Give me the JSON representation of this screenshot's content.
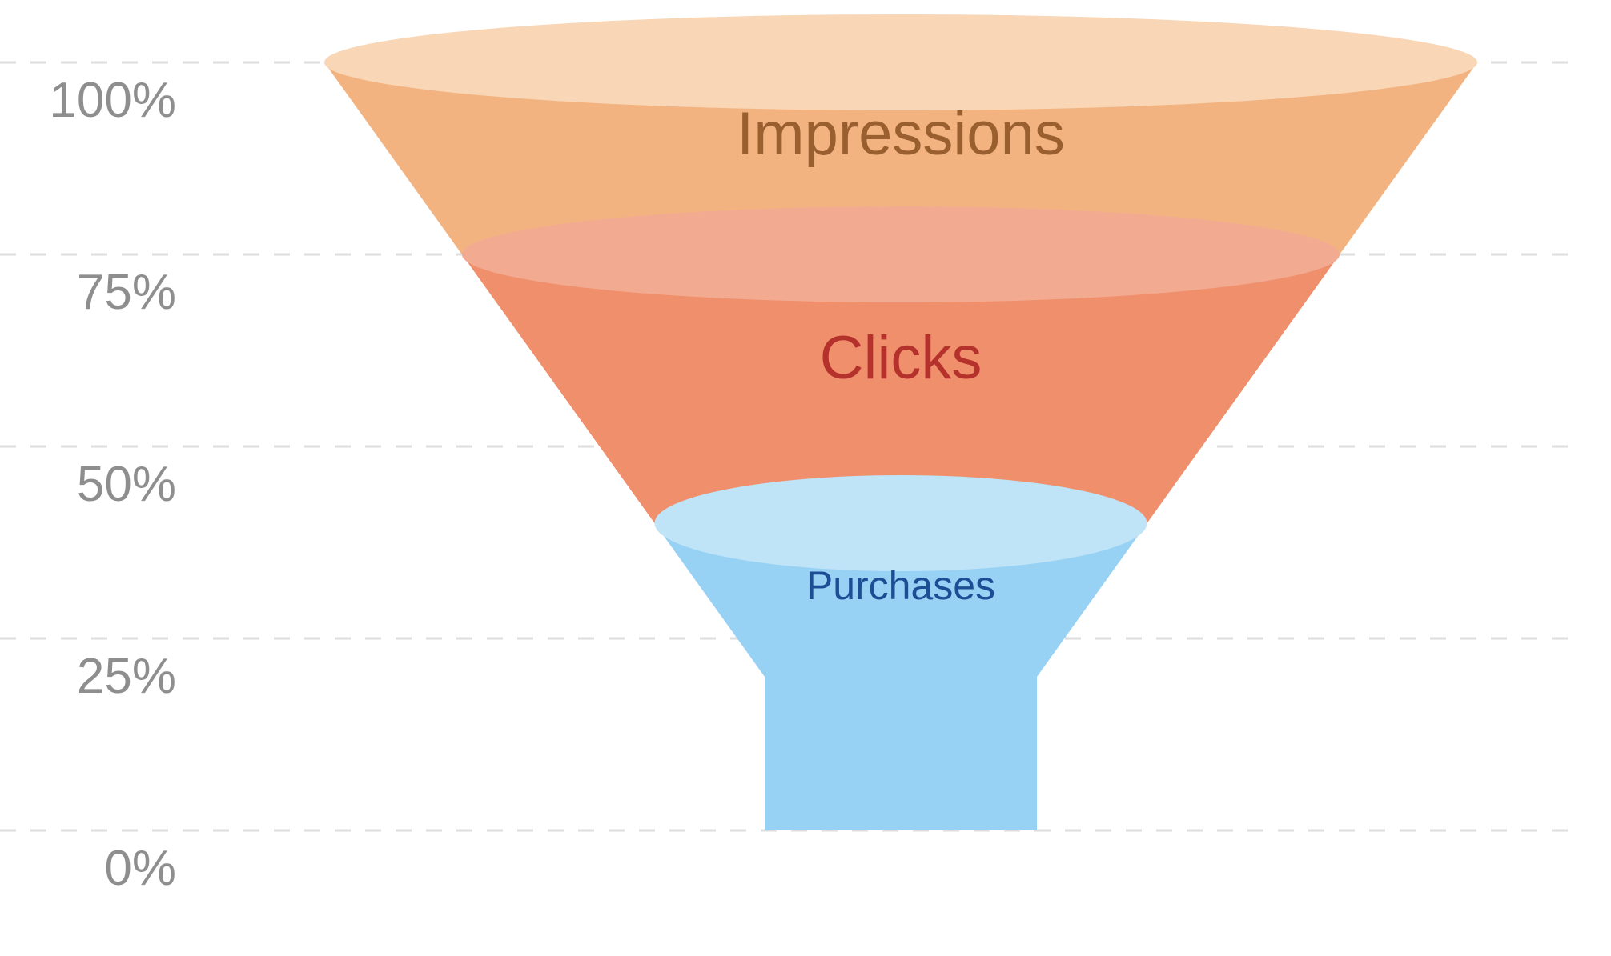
{
  "chart_data": {
    "type": "funnel",
    "title": "",
    "xlabel": "",
    "ylabel": "",
    "ylim": [
      0,
      100
    ],
    "y_ticks": [
      {
        "value": 0,
        "label": "0%"
      },
      {
        "value": 25,
        "label": "25%"
      },
      {
        "value": 50,
        "label": "50%"
      },
      {
        "value": 75,
        "label": "75%"
      },
      {
        "value": 100,
        "label": "100%"
      }
    ],
    "grid": "dashed horizontal",
    "legend": "none",
    "stages": [
      {
        "label": "Impressions",
        "value": 100,
        "color_body": "#f2b380",
        "color_top": "#f8d6b6",
        "color_text": "#9a5f2f"
      },
      {
        "label": "Clicks",
        "value": 75,
        "color_body": "#f08f6c",
        "color_top": "#f2ab90",
        "color_text": "#b5312c"
      },
      {
        "label": "Purchases",
        "value": 40,
        "color_body": "#97d1f4",
        "color_top": "#bfe3f7",
        "color_text": "#1c4e96"
      }
    ],
    "colors": {
      "grid": "#dddddd",
      "tick_text": "#8e8e8e"
    }
  }
}
